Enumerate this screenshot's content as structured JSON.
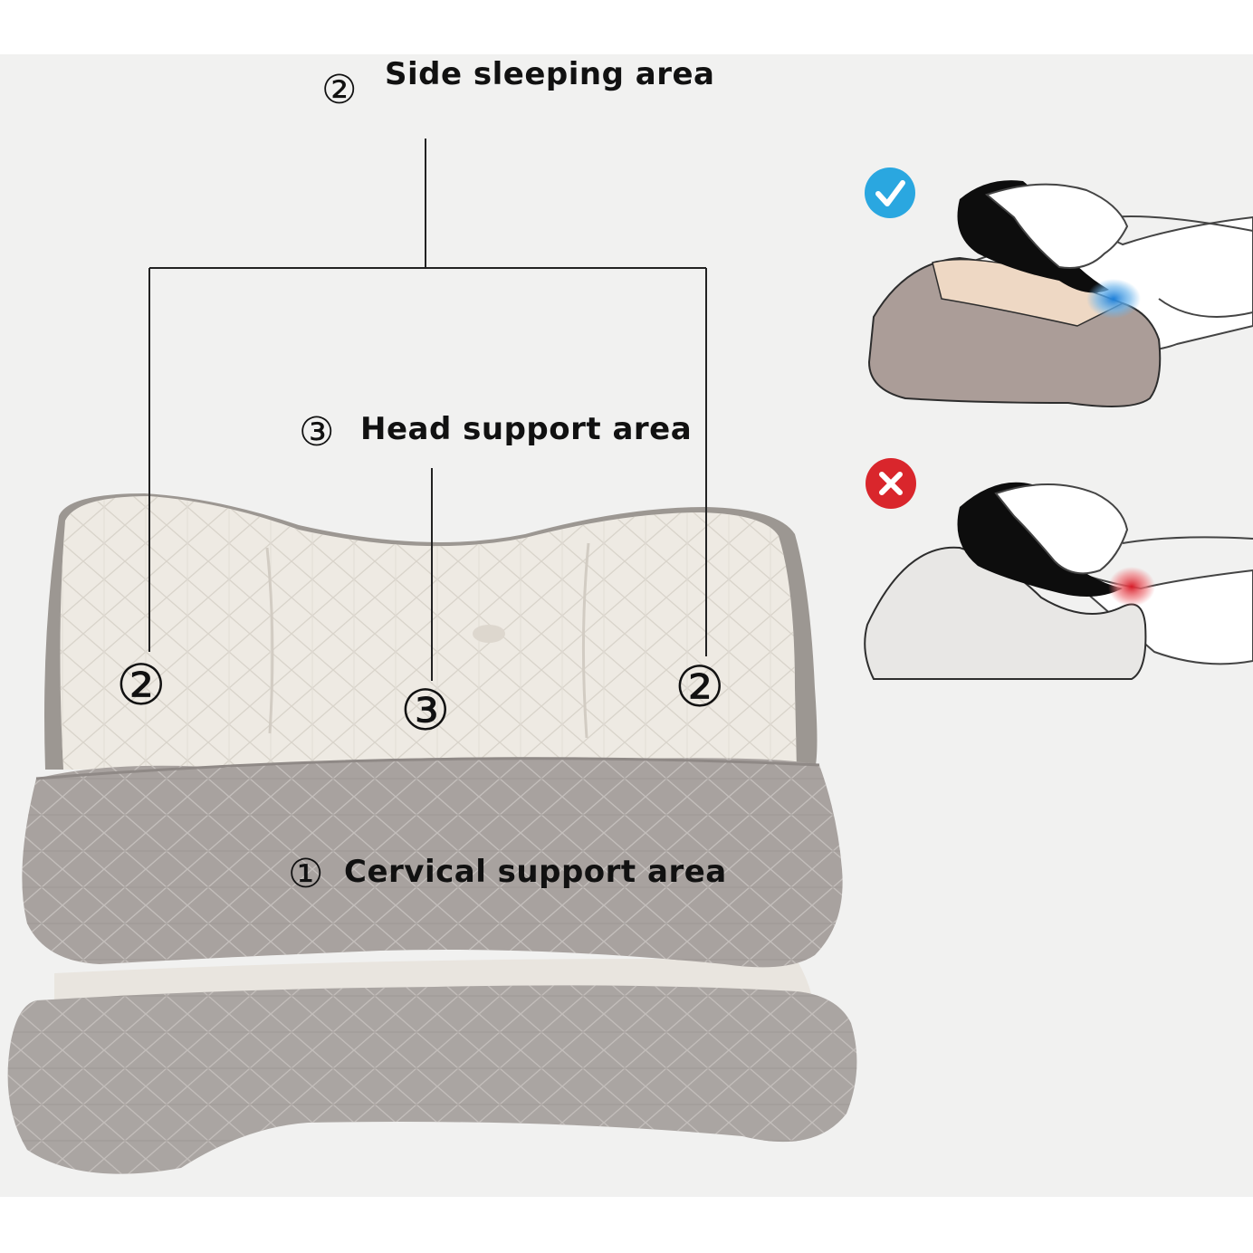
{
  "labels": {
    "side_sleeping": {
      "marker": "②",
      "text": "Side sleeping area"
    },
    "head_support": {
      "marker": "③",
      "text": "Head support area"
    },
    "cervical_support": {
      "marker": "①",
      "text": "Cervical support area"
    }
  },
  "pillow_markers": {
    "left": "②",
    "center": "③",
    "right": "②"
  },
  "comparison": {
    "correct_icon": "check-icon",
    "wrong_icon": "cross-icon",
    "correct_color": "#2aa7e0",
    "wrong_color": "#d9262c"
  },
  "colors": {
    "background": "#f1f1f0",
    "pillow_top": "#efebe4",
    "pillow_band": "#a9a3a0"
  }
}
